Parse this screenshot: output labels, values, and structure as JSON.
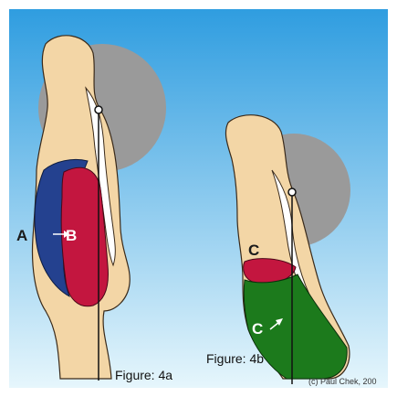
{
  "figure_a": {
    "caption": "Figure: 4a",
    "label_a": "A",
    "label_b": "B"
  },
  "figure_b": {
    "caption": "Figure: 4b",
    "label_c_top": "C",
    "label_c_bottom": "C"
  },
  "credit": "(c) Paul Chek, 200",
  "colors": {
    "sky_top": "#2f9de0",
    "sky_bottom": "#dff2fb",
    "body": "#f3d6a6",
    "head_disc": "#9a9a9a",
    "red_organ": "#c3163f",
    "blue_organ": "#24418f",
    "green_organ": "#1c7a1c",
    "spine": "#ffffff"
  }
}
